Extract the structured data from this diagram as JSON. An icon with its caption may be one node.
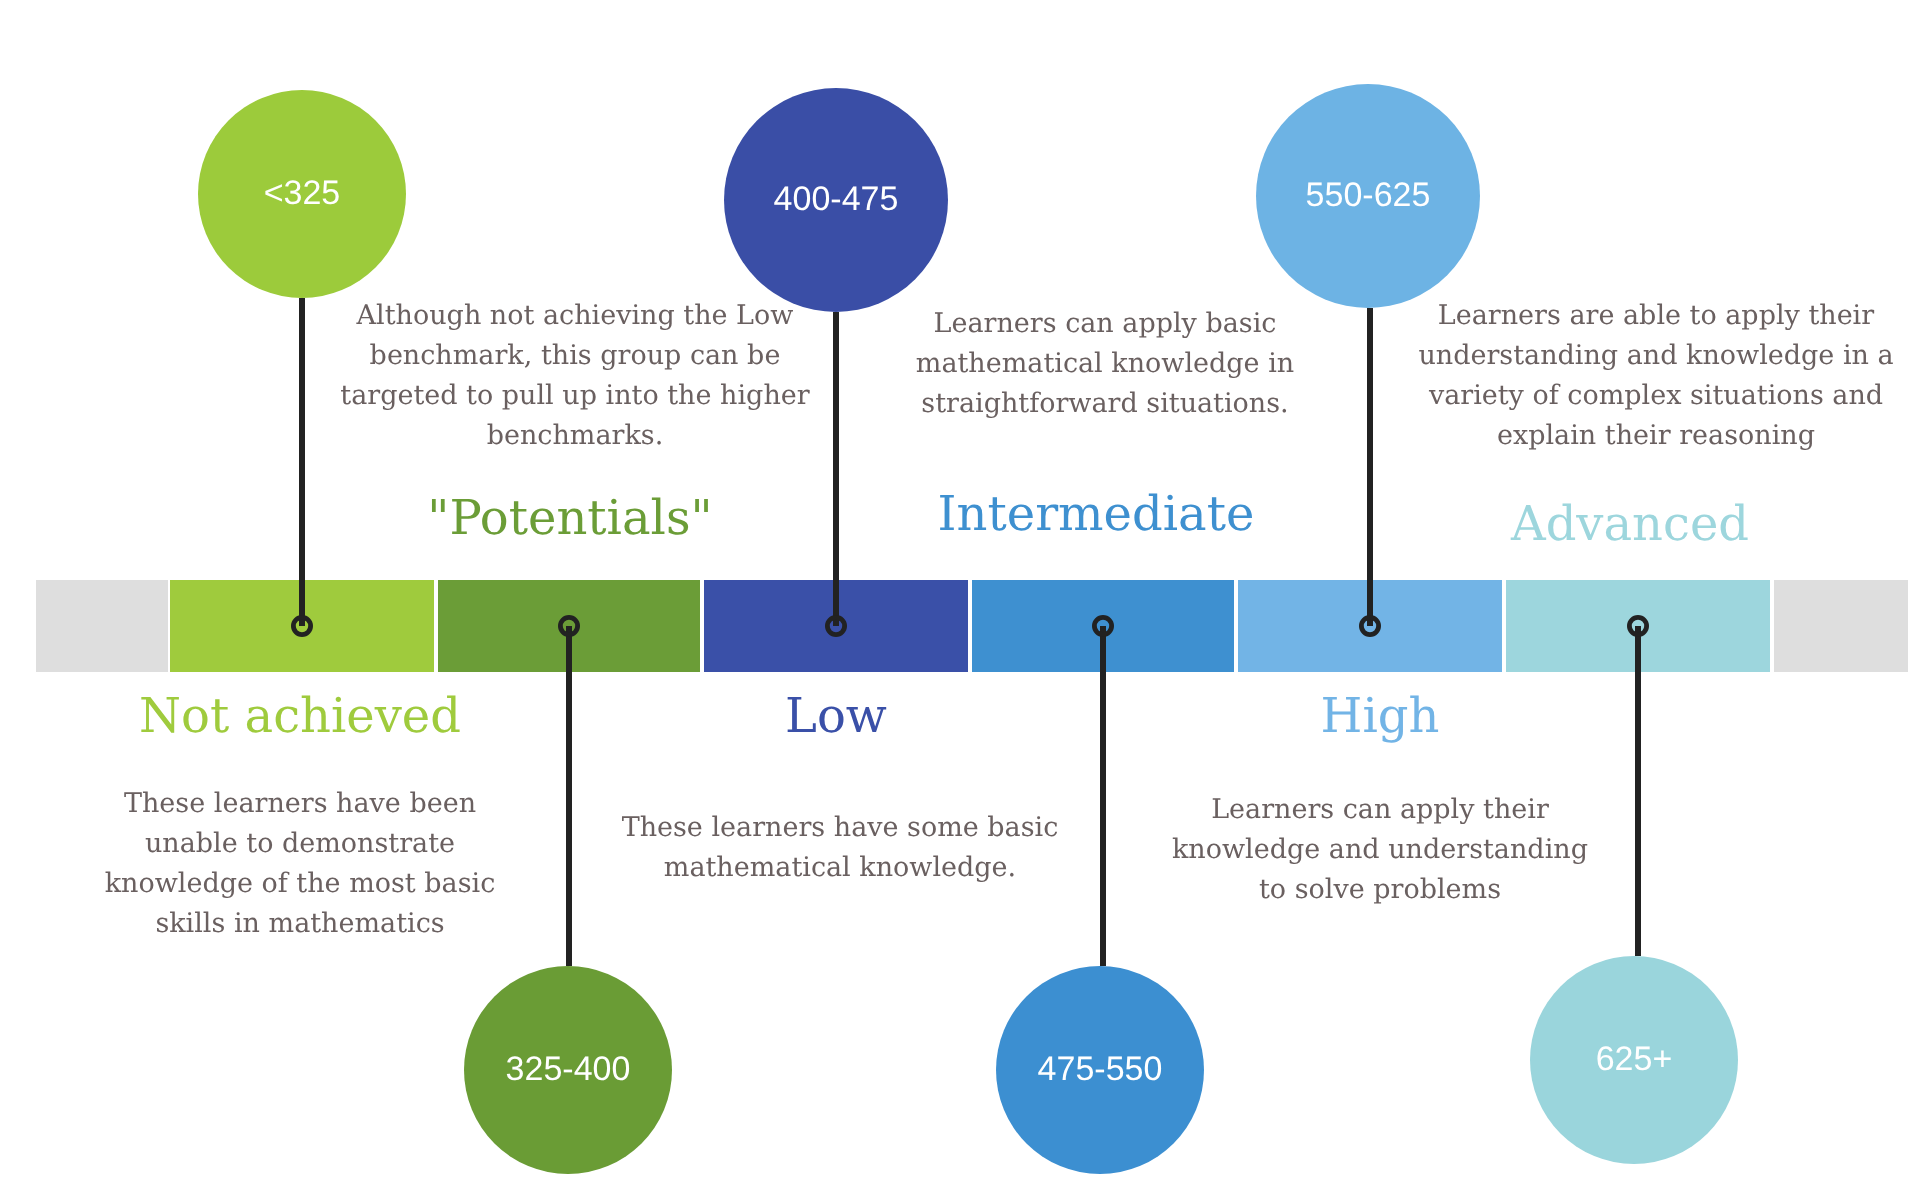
{
  "diagram": {
    "nodes": [
      {
        "text": [
          "<325"
        ]
      },
      {
        "text": [
          "400-475"
        ]
      },
      {
        "text": [
          "550-625"
        ]
      },
      {
        "text": [
          "325-400"
        ]
      },
      {
        "text": [
          "475-550"
        ]
      },
      {
        "text": [
          "625+"
        ]
      },
      {
        "text": [],
        "shape": "bar"
      },
      {
        "text": [],
        "shape": "bar"
      },
      {
        "text": [],
        "shape": "bar"
      },
      {
        "text": [],
        "shape": "bar"
      },
      {
        "text": [],
        "shape": "bar"
      },
      {
        "text": [],
        "shape": "bar"
      }
    ],
    "edges": [
      {
        "from": 0,
        "to": 6,
        "arrow": "other"
      },
      {
        "from": 3,
        "to": 7,
        "arrow": "other"
      },
      {
        "from": 1,
        "to": 8,
        "arrow": "other"
      },
      {
        "from": 4,
        "to": 9,
        "arrow": "other"
      },
      {
        "from": 2,
        "to": 10,
        "arrow": "other"
      },
      {
        "from": 5,
        "to": 11,
        "arrow": "other"
      }
    ],
    "labels": [
      "Although not achieving the Low benchmark, this group can be targeted to pull up into the higher benchmarks.",
      "Learners can apply basic mathematical knowledge in straightforward situations.",
      "Learners are able to apply their understanding and knowledge in a variety of complex situations and explain their reasoning",
      "\"Potentials\"",
      "Intermediate",
      "Advanced",
      "Not achieved",
      "Low",
      "High",
      "These learners have been unable to demonstrate knowledge of the most basic skills in mathematics",
      "These learners have some basic mathematical knowledge.",
      "Learners can apply their knowledge and understanding to solve problems"
    ]
  }
}
